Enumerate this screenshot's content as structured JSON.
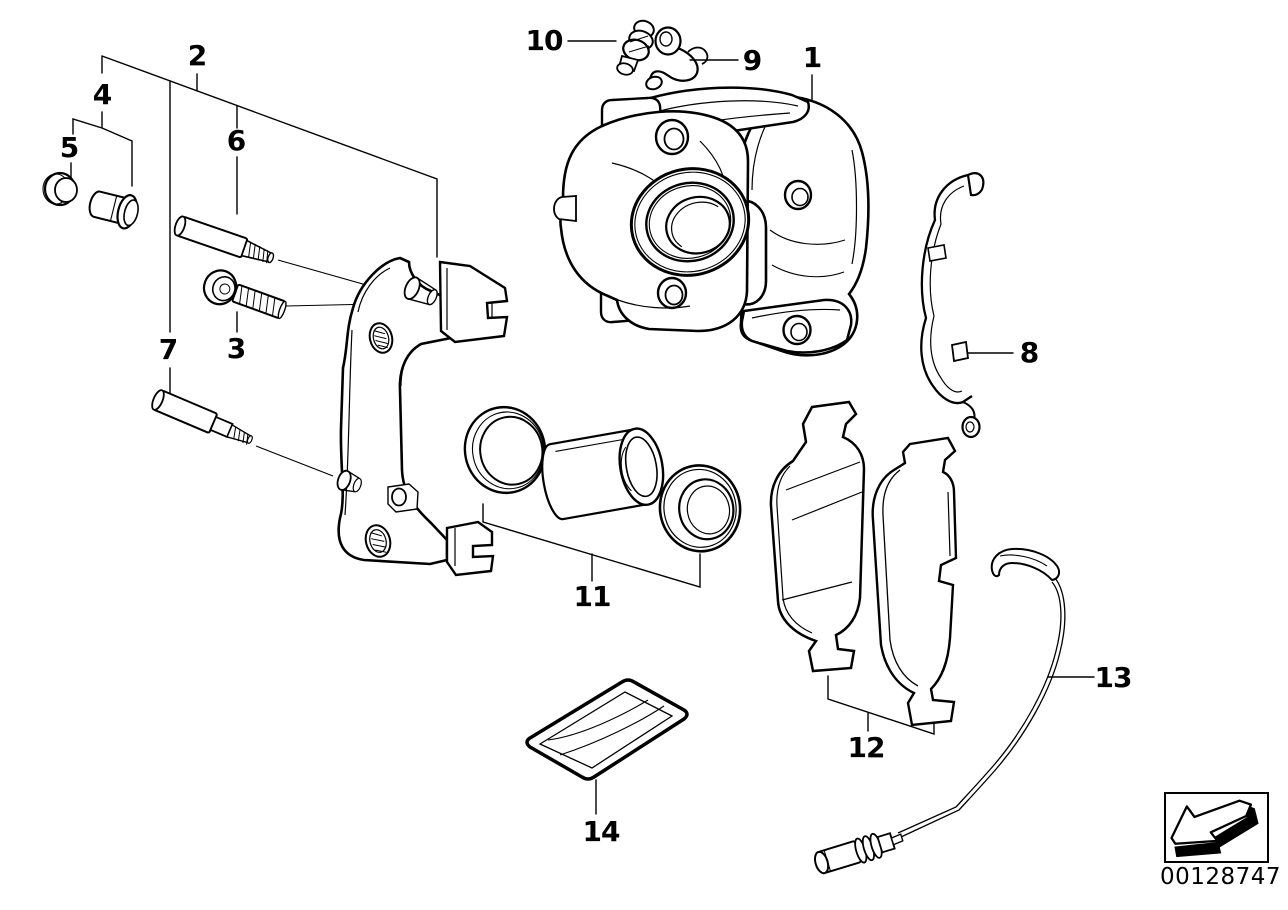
{
  "colors": {
    "line": "#000000",
    "background": "#ffffff"
  },
  "callouts": {
    "c1": {
      "text": "1"
    },
    "c2": {
      "text": "2"
    },
    "c3": {
      "text": "3"
    },
    "c4": {
      "text": "4"
    },
    "c5": {
      "text": "5"
    },
    "c6": {
      "text": "6"
    },
    "c7": {
      "text": "7"
    },
    "c8": {
      "text": "8"
    },
    "c9": {
      "text": "9"
    },
    "c10": {
      "text": "10"
    },
    "c11": {
      "text": "11"
    },
    "c12": {
      "text": "12"
    },
    "c13": {
      "text": "13"
    },
    "c14": {
      "text": "14"
    }
  },
  "parts": {
    "1": "brake-caliper-housing",
    "2": "caliper-carrier-bracket",
    "3": "guide-pin-bolt",
    "4": "guide-bushing",
    "5": "cap",
    "6": "guide-pin-upper",
    "7": "guide-pin-lower",
    "8": "anti-rattle-spring",
    "9": "retaining-clip",
    "10": "bleeder-valve",
    "11": "piston-repair-kit",
    "12": "brake-pad-set",
    "13": "pad-wear-sensor",
    "14": "grease-packet"
  },
  "stamp": {
    "image_number": "00128747",
    "icon": "direction-arrow-icon"
  }
}
